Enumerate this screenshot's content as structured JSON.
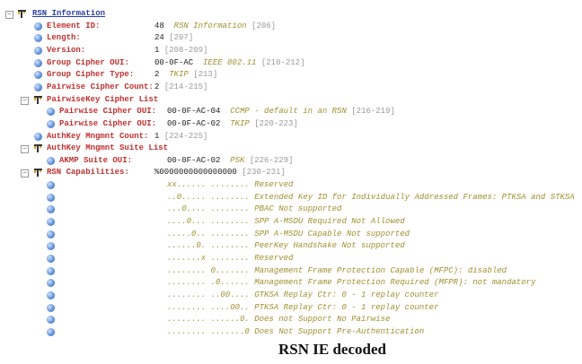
{
  "root": {
    "label": "RSN Information",
    "icon": "tree-node-icon"
  },
  "fields": [
    {
      "label": "Element ID:",
      "value": "48",
      "desc": "RSN Information",
      "range": "[206]",
      "level": 1
    },
    {
      "label": "Length:",
      "value": "24",
      "desc": "",
      "range": "[207]",
      "level": 1
    },
    {
      "label": "Version:",
      "value": "1",
      "desc": "",
      "range": "[208-209]",
      "level": 1
    },
    {
      "label": "Group Cipher OUI:",
      "value": "00-0F-AC",
      "desc": "IEEE 802.11",
      "range": "[210-212]",
      "level": 1
    },
    {
      "label": "Group Cipher Type:",
      "value": "2",
      "desc": "TKIP",
      "range": "[213]",
      "level": 1
    },
    {
      "label": "Pairwise Cipher Count:",
      "value": "2",
      "desc": "",
      "range": "[214-215]",
      "level": 1
    },
    {
      "label": "PairwiseKey Cipher List",
      "group": true,
      "level": 1
    },
    {
      "label": "Pairwise Cipher OUI:",
      "value": "00-0F-AC-04",
      "desc": "CCMP - default in an RSN",
      "range": "[216-219]",
      "level": 2
    },
    {
      "label": "Pairwise Cipher OUI:",
      "value": "00-0F-AC-02",
      "desc": "TKIP",
      "range": "[220-223]",
      "level": 2
    },
    {
      "label": "AuthKey Mngmnt Count:",
      "value": "1",
      "desc": "",
      "range": "[224-225]",
      "level": 1
    },
    {
      "label": "AuthKey Mngmnt Suite List",
      "group": true,
      "level": 1
    },
    {
      "label": "AKMP Suite OUI:",
      "value": "00-0F-AC-02",
      "desc": "PSK",
      "range": "[226-229]",
      "level": 2
    },
    {
      "label": "RSN Capabilities:",
      "value": "%0000000000000000",
      "desc": "",
      "range": "[230-231]",
      "level": 1,
      "group": true
    }
  ],
  "capabilities": [
    {
      "bits": "xx...... ........",
      "text": "Reserved"
    },
    {
      "bits": "..0..... ........",
      "text": "Extended Key ID for Individually Addressed Frames: PTKSA and STKSA"
    },
    {
      "bits": "...0.... ........",
      "text": "PBAC Not supported"
    },
    {
      "bits": "....0... ........",
      "text": "SPP A-MSDU Required Not Allowed"
    },
    {
      "bits": ".....0.. ........",
      "text": "SPP A-MSDU Capable Not supported"
    },
    {
      "bits": "......0. ........",
      "text": "PeerKey Handshake Not supported"
    },
    {
      "bits": ".......x ........",
      "text": "Reserved"
    },
    {
      "bits": "........ 0.......",
      "text": "Management Frame Protection Capable (MFPC): disabled"
    },
    {
      "bits": "........ .0......",
      "text": "Management Frame Protection Required (MFPR): not mandatory"
    },
    {
      "bits": "........ ..00....",
      "text": "GTKSA Replay Ctr: 0 - 1 replay counter"
    },
    {
      "bits": "........ ....00..",
      "text": "PTKSA Replay Ctr: 0 - 1 replay counter"
    },
    {
      "bits": "........ ......0.",
      "text": "Does not Support No Pairwise"
    },
    {
      "bits": "........ .......0",
      "text": "Does Not Support Pre-Authentication"
    }
  ],
  "caption": "RSN IE decoded",
  "colors": {
    "label": "#c03030",
    "root": "#2a3fa8",
    "desc": "#a09030",
    "range": "#999999"
  }
}
